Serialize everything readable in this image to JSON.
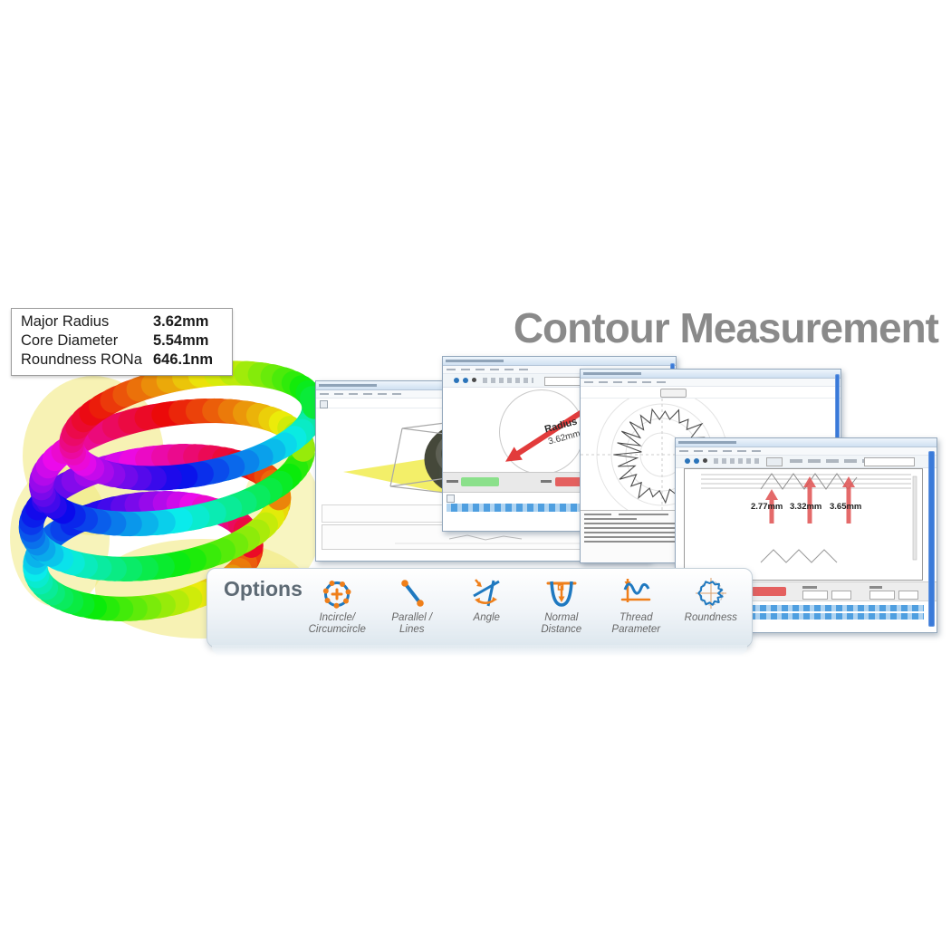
{
  "title": "Contour Measurement",
  "measurement_panel": {
    "rows": [
      {
        "label": "Major Radius",
        "value": "3.62mm"
      },
      {
        "label": "Core Diameter",
        "value": "5.54mm"
      },
      {
        "label": "Roundness RONa",
        "value": "646.1nm"
      }
    ]
  },
  "windows": {
    "radius": {
      "callout_label": "Radius",
      "callout_value": "3.62mm"
    },
    "thread": {
      "arrow_labels": [
        "2.77mm",
        "3.32mm",
        "3.65mm"
      ]
    }
  },
  "options_bar": {
    "title": "Options",
    "items": [
      {
        "icon": "incircle-circumcircle-icon",
        "line1": "Incircle/",
        "line2": "Circumcircle"
      },
      {
        "icon": "parallel-lines-icon",
        "line1": "Parallel /",
        "line2": "Lines"
      },
      {
        "icon": "angle-icon",
        "line1": "Angle",
        "line2": ""
      },
      {
        "icon": "normal-distance-icon",
        "line1": "Normal",
        "line2": "Distance"
      },
      {
        "icon": "thread-parameter-icon",
        "line1": "Thread",
        "line2": "Parameter"
      },
      {
        "icon": "roundness-icon",
        "line1": "Roundness",
        "line2": ""
      }
    ]
  },
  "colors": {
    "accent_blue": "#1f79c0",
    "accent_orange": "#ef7f1a",
    "title_gray": "#8a8a8a",
    "arrow_red": "#e23b3b",
    "scrollbar_blue": "#3a7ad9",
    "status_green": "#8be08b",
    "status_red": "#e4605f",
    "selection_blue": "#4f9fe0"
  }
}
